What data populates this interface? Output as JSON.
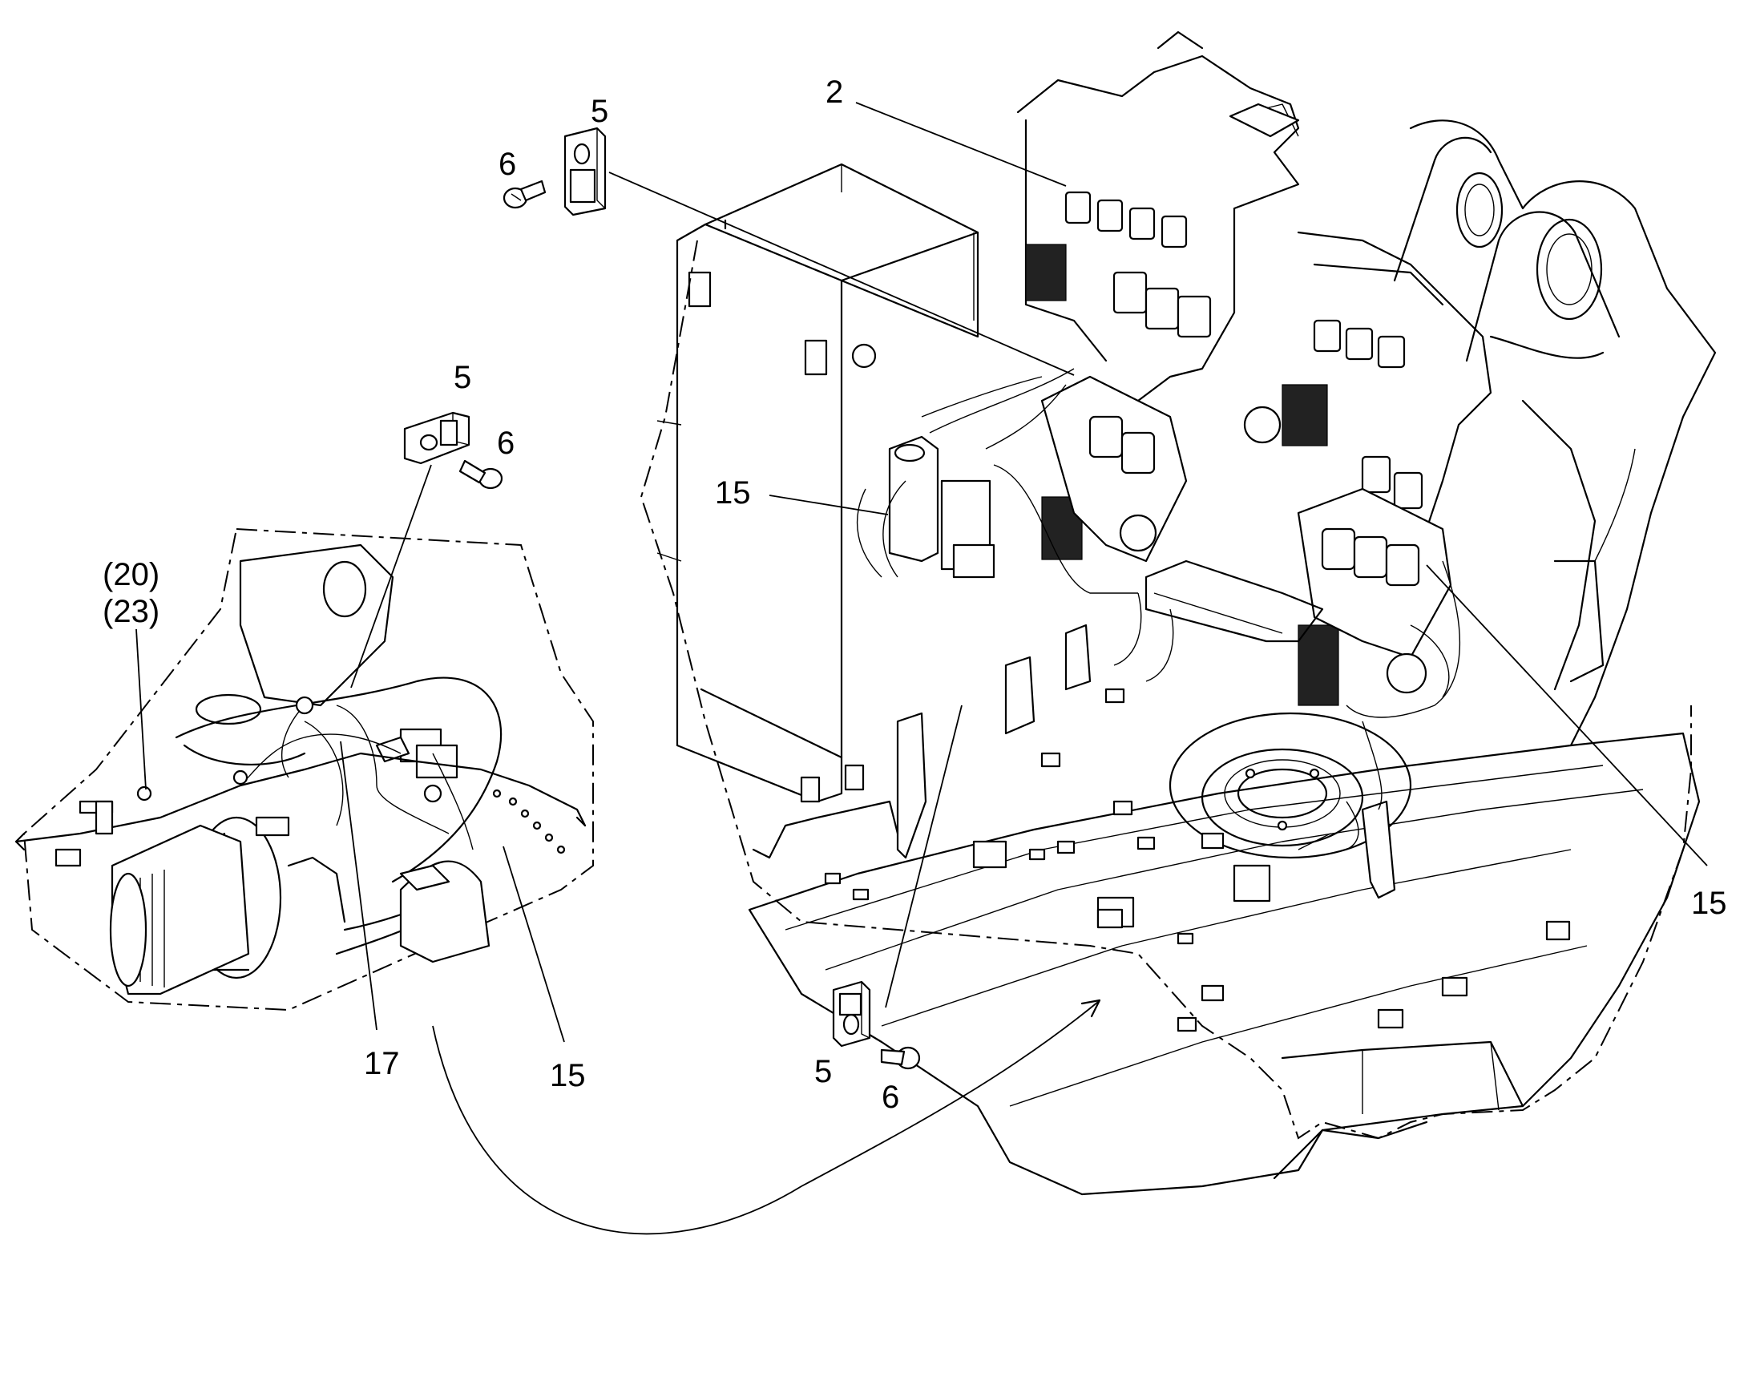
{
  "callouts": {
    "c2": "2",
    "c5_top": "5",
    "c6_top": "6",
    "c5_mid": "5",
    "c6_mid": "6",
    "c15_left": "15",
    "c20": "(20)",
    "c23": "(23)",
    "c17": "17",
    "c15_detail": "15",
    "c15_right": "15",
    "c5_bottom": "5",
    "c6_bottom": "6"
  }
}
